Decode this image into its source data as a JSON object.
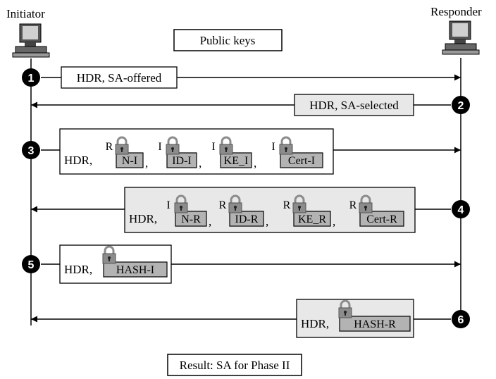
{
  "initiator_label": "Initiator",
  "responder_label": "Responder",
  "public_keys_label": "Public keys",
  "result_label": "Result: SA for Phase II",
  "colors": {
    "shaded_box": "#e8e8e8",
    "encrypted_field": "#b3b3b3",
    "lock": "#8c8c8c",
    "step_circle": "#000000"
  },
  "messages": [
    {
      "step": "1",
      "direction": "to-responder",
      "shaded": false,
      "header": "HDR, SA-offered",
      "fields": []
    },
    {
      "step": "2",
      "direction": "to-initiator",
      "shaded": true,
      "header": "HDR, SA-selected",
      "fields": []
    },
    {
      "step": "3",
      "direction": "to-responder",
      "shaded": false,
      "header": "HDR,",
      "fields": [
        {
          "key": "R",
          "label": "N-I",
          "separator": ","
        },
        {
          "key": "I",
          "label": "ID-I",
          "separator": ","
        },
        {
          "key": "I",
          "label": "KE_I",
          "separator": ","
        },
        {
          "key": "I",
          "label": "Cert-I",
          "separator": ""
        }
      ]
    },
    {
      "step": "4",
      "direction": "to-initiator",
      "shaded": true,
      "header": "HDR,",
      "fields": [
        {
          "key": "I",
          "label": "N-R",
          "separator": ","
        },
        {
          "key": "R",
          "label": "ID-R",
          "separator": ","
        },
        {
          "key": "R",
          "label": "KE_R",
          "separator": ","
        },
        {
          "key": "R",
          "label": "Cert-R",
          "separator": ""
        }
      ]
    },
    {
      "step": "5",
      "direction": "to-responder",
      "shaded": false,
      "header": "HDR,",
      "fields": [
        {
          "key": "",
          "label": "HASH-I",
          "separator": ""
        }
      ]
    },
    {
      "step": "6",
      "direction": "to-initiator",
      "shaded": true,
      "header": "HDR,",
      "fields": [
        {
          "key": "",
          "label": "HASH-R",
          "separator": ""
        }
      ]
    }
  ]
}
